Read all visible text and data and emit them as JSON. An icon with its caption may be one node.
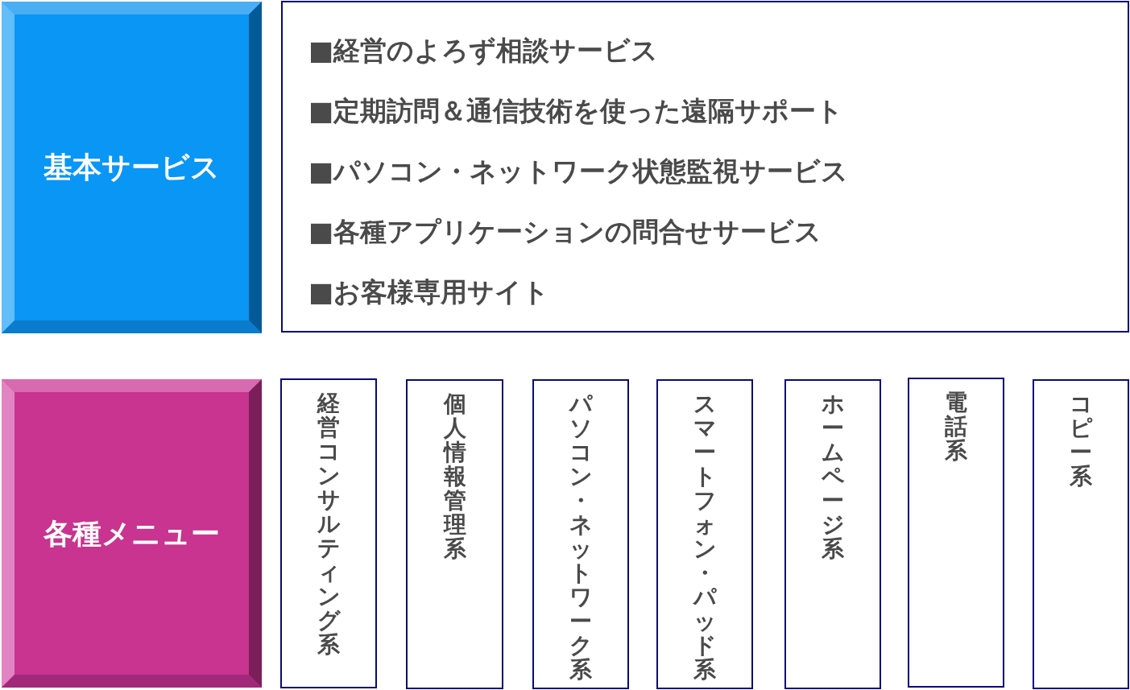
{
  "diagram": {
    "nodes": [
      {
        "text": [
          "基本サービス"
        ]
      },
      {
        "text": [
          "■経営のよろず相談サービス",
          "■定期訪問＆通信技術を使った遠隔サポート",
          "■パソコン・ネットワーク状態監視サービス",
          "■各種アプリケーションの問合せサービス",
          "■お客様専用サイト"
        ]
      },
      {
        "text": [
          "各種メニュー"
        ]
      },
      {
        "text": [
          "経営コンサルティング系"
        ]
      },
      {
        "text": [
          "個人情報管理系"
        ]
      },
      {
        "text": [
          "パソコン・ネットワーク系"
        ]
      },
      {
        "text": [
          "スマートフォン・パッド系"
        ]
      },
      {
        "text": [
          "ホームページ系"
        ]
      },
      {
        "text": [
          "電話系"
        ]
      },
      {
        "text": [
          "コピー系"
        ]
      }
    ]
  }
}
